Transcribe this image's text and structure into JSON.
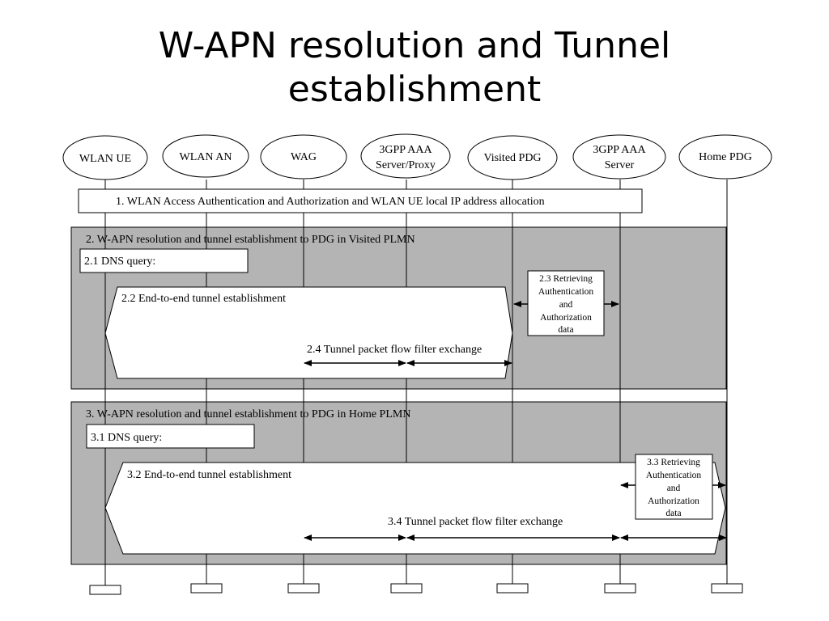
{
  "slide": {
    "title_line1": "W-APN resolution and Tunnel",
    "title_line2": "establishment"
  },
  "entities": [
    {
      "lines": [
        "WLAN UE"
      ]
    },
    {
      "lines": [
        "WLAN AN"
      ]
    },
    {
      "lines": [
        "WAG"
      ]
    },
    {
      "lines": [
        "3GPP AAA",
        "Server/Proxy"
      ]
    },
    {
      "lines": [
        "Visited PDG"
      ]
    },
    {
      "lines": [
        "3GPP AAA",
        "Server"
      ]
    },
    {
      "lines": [
        "Home PDG"
      ]
    }
  ],
  "step1": {
    "label": "1. WLAN Access Authentication and Authorization and WLAN UE local IP address allocation"
  },
  "visited": {
    "section_label": "2. W-APN resolution and tunnel establishment to PDG in Visited PLMN",
    "dns_label": "2.1 DNS query:",
    "tunnel_label": "2.2 End-to-end tunnel establishment",
    "retrieve_lines": [
      "2.3 Retrieving",
      "Authentication",
      "and",
      "Authorization",
      "data"
    ],
    "filter_label": "2.4 Tunnel packet flow filter exchange"
  },
  "home": {
    "section_label": "3. W-APN resolution and tunnel establishment to PDG in Home PLMN",
    "dns_label": "3.1 DNS query:",
    "tunnel_label": "3.2 End-to-end tunnel establishment",
    "retrieve_lines": [
      "3.3 Retrieving",
      "Authentication",
      "and",
      "Authorization",
      "data"
    ],
    "filter_label": "3.4 Tunnel packet flow filter exchange"
  },
  "colors": {
    "section_fill": "#b4b4b4",
    "box_fill": "#ffffff",
    "line": "#000000"
  }
}
